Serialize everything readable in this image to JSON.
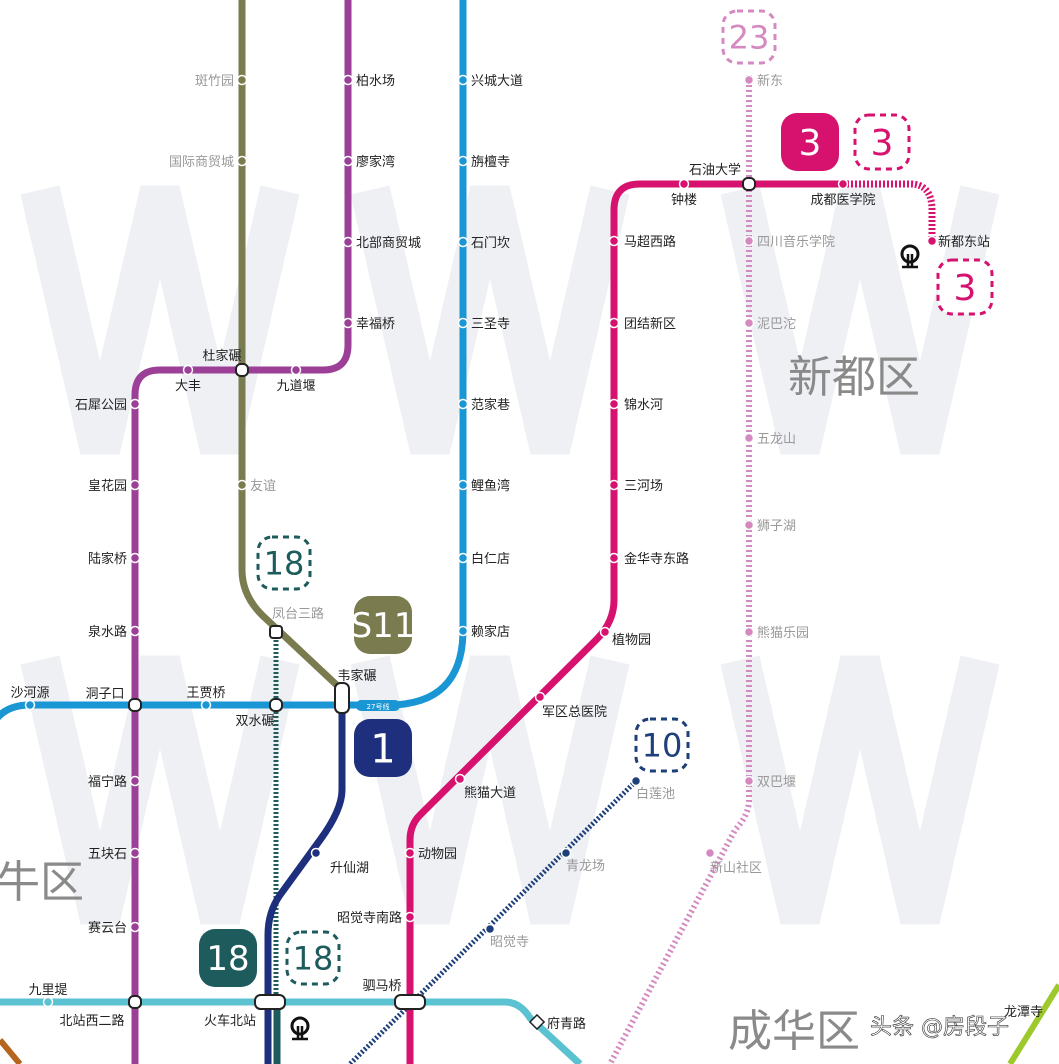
{
  "map": {
    "districts": [
      "新都区",
      "成华区",
      "金牛区"
    ],
    "watermark": "头条 @房段子",
    "edge_station": "龙潭寺",
    "small_tag": "27号线",
    "colors": {
      "line1": "#1a96d4",
      "line1_south": "#1d2f7d",
      "line3": "#d6116e",
      "line5": "#9b3f97",
      "s11": "#7a7b4e",
      "line18": "#1e5b5c",
      "line10": "#1d3f7a",
      "line23": "#d48ac0",
      "line8": "#5bc2d1",
      "line_edge": "#9cc92b"
    },
    "badges": [
      {
        "text": "S11",
        "line": "s11",
        "style": "solid"
      },
      {
        "text": "1",
        "line": "line1_south",
        "style": "solid"
      },
      {
        "text": "18",
        "line": "line18",
        "style": "dashed"
      },
      {
        "text": "18",
        "line": "line18",
        "style": "solid"
      },
      {
        "text": "18",
        "line": "line18",
        "style": "dashed"
      },
      {
        "text": "3",
        "line": "line3",
        "style": "solid"
      },
      {
        "text": "3",
        "line": "line3",
        "style": "dashed"
      },
      {
        "text": "3",
        "line": "line3",
        "style": "dashed"
      },
      {
        "text": "10",
        "line": "line10",
        "style": "dashed"
      },
      {
        "text": "23",
        "line": "line23",
        "style": "dashed"
      }
    ],
    "stations": {
      "line5": [
        "柏水场",
        "廖家湾",
        "北部商贸城",
        "幸福桥",
        "九道堰",
        "大丰",
        "石犀公园",
        "皇花园",
        "陆家桥",
        "泉水路",
        "福宁路",
        "五块石",
        "赛云台"
      ],
      "s11": [
        "斑竹园",
        "国际商贸城",
        "友谊",
        "凤台三路"
      ],
      "line1": [
        "兴城大道",
        "旃檀寺",
        "石门坎",
        "三圣寺",
        "范家巷",
        "鲤鱼湾",
        "白仁店",
        "赖家店",
        "王贾桥",
        "沙河源"
      ],
      "line1_south": [
        "升仙湖"
      ],
      "line3": [
        "动物园",
        "昭觉寺南路",
        "熊猫大道",
        "军区总医院",
        "植物园",
        "金华寺东路",
        "三河场",
        "锦水河",
        "团结新区",
        "马超西路",
        "钟楼",
        "成都医学院",
        "新都东站"
      ],
      "line23": [
        "新东",
        "四川音乐学院",
        "泥巴沱",
        "五龙山",
        "狮子湖",
        "熊猫乐园",
        "双巴堰",
        "新山社区"
      ],
      "line10": [
        "白莲池",
        "青龙场",
        "昭觉寺"
      ],
      "line8": [
        "九里堤",
        "府青路"
      ],
      "interchanges": [
        "杜家碾",
        "洞子口",
        "双水碾",
        "韦家碾",
        "石油大学",
        "北站西二路",
        "火车北站",
        "驷马桥"
      ]
    },
    "planned_lines": [
      "s11",
      "line23",
      "line10"
    ],
    "rail_icon": "railway-station-icon"
  }
}
